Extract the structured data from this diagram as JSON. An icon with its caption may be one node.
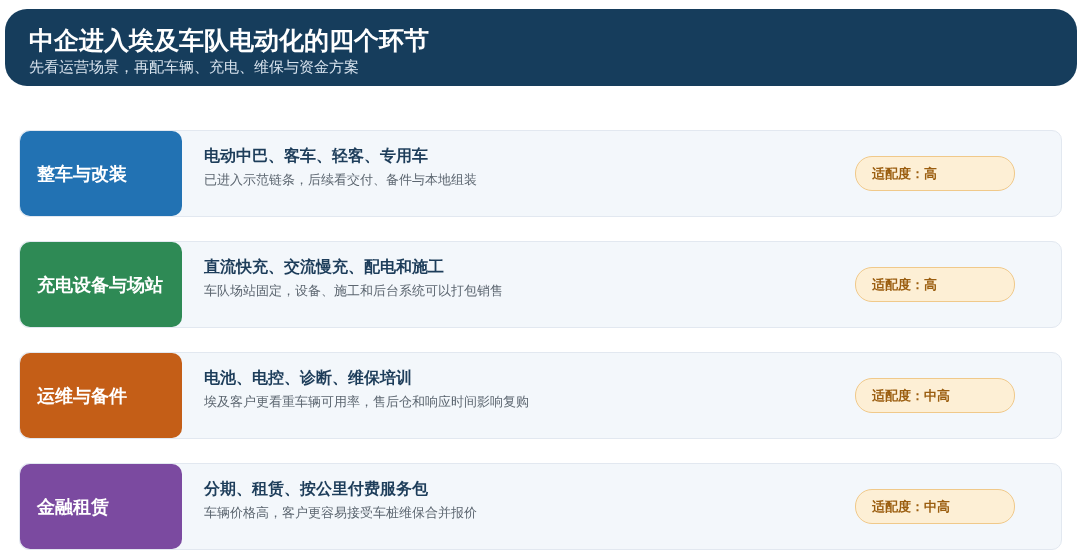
{
  "diagram": {
    "nodes": [
      {
        "text": [
          "中企进入埃及车队电动化的四个环节",
          "先看运营场景，再配车辆、充电、维保与资金方案"
        ]
      },
      {
        "text": [
          "电动中巴、客车、轻客、专用车",
          "已进入示范链条，后续看交付、备件与本地组装"
        ]
      },
      {
        "text": [
          "整车与改装"
        ],
        "in": 1
      },
      {
        "text": [
          "适配度：高"
        ],
        "in": 1
      },
      {
        "text": [
          "直流快充、交流慢充、配电和施工",
          "车队场站固定，设备、施工和后台系统可以打包销售"
        ]
      },
      {
        "text": [
          "充电设备与场站"
        ],
        "in": 4
      },
      {
        "text": [
          "适配度：高"
        ],
        "in": 4
      },
      {
        "text": [
          "电池、电控、诊断、维保培训",
          "埃及客户更看重车辆可用率，售后仓和响应时间影响复购"
        ]
      },
      {
        "text": [
          "运维与备件"
        ],
        "in": 7
      },
      {
        "text": [
          "适配度：中高"
        ],
        "in": 7
      },
      {
        "text": [
          "分期、租赁、按公里付费服务包",
          "车辆价格高，客户更容易接受车桩维保合并报价"
        ]
      },
      {
        "text": [
          "金融租赁"
        ],
        "in": 10
      },
      {
        "text": [
          "适配度：中高"
        ],
        "in": 10
      }
    ]
  }
}
